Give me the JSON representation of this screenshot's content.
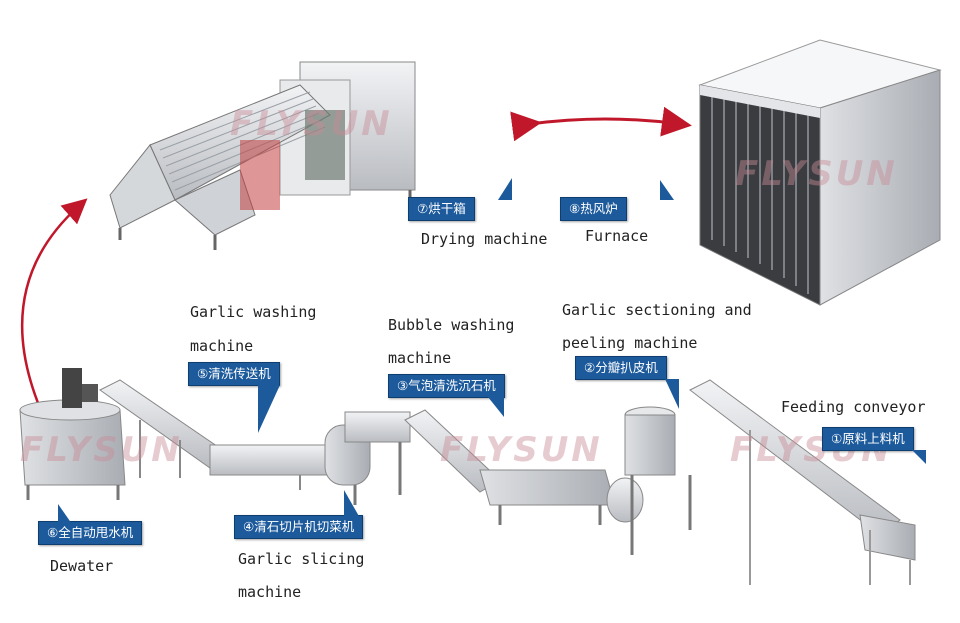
{
  "watermark": "FLYSUN",
  "steps": [
    {
      "badge": "⑦烘干箱",
      "label": "Drying machine",
      "icon": "drying-machine"
    },
    {
      "badge": "⑧热风炉",
      "label": "Furnace",
      "icon": "hot-air-furnace"
    },
    {
      "badge": "⑤清洗传送机",
      "label_line1": "Garlic washing",
      "label_line2": "machine",
      "icon": "washing-conveyor"
    },
    {
      "badge": "③气泡清洗沉石机",
      "label_line1": "Bubble washing",
      "label_line2": "machine",
      "icon": "bubble-washer"
    },
    {
      "badge": "②分瓣扒皮机",
      "label_line1": "Garlic sectioning and",
      "label_line2": "peeling machine",
      "icon": "peeling-machine"
    },
    {
      "badge": "①原料上料机",
      "label": "Feeding conveyor",
      "icon": "feeding-conveyor"
    },
    {
      "badge": "⑥全自动甩水机",
      "label": "Dewater",
      "icon": "dewater-machine"
    },
    {
      "badge": "④清石切片机切菜机",
      "label_line1": "Garlic slicing",
      "label_line2": "machine",
      "icon": "slicing-machine"
    }
  ],
  "colors": {
    "badge": "#1c5a9c",
    "arrow": "#c0182a",
    "steel": "#c9ccd0"
  }
}
